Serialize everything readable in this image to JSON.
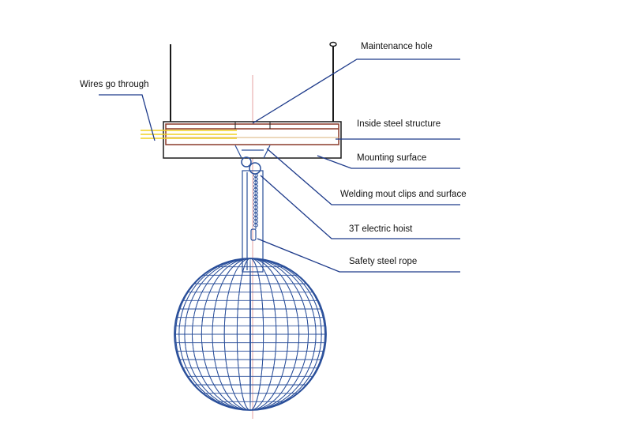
{
  "labels": {
    "maintenance_hole": "Maintenance hole",
    "wires_go_through": "Wires go through",
    "inside_steel_structure": "Inside steel structure",
    "mounting_surface": "Mounting surface",
    "welding_clips": "Welding mout clips and surface",
    "electric_hoist": "3T electric hoist",
    "safety_rope": "Safety steel rope"
  },
  "colors": {
    "leader_line": "#1d3a8a",
    "frame": "#1a1a1a",
    "inner_steel": "#8b3a2a",
    "wires": "#f0d020",
    "globe": "#2a4f9a",
    "center_axis": "#e6a0a0"
  }
}
